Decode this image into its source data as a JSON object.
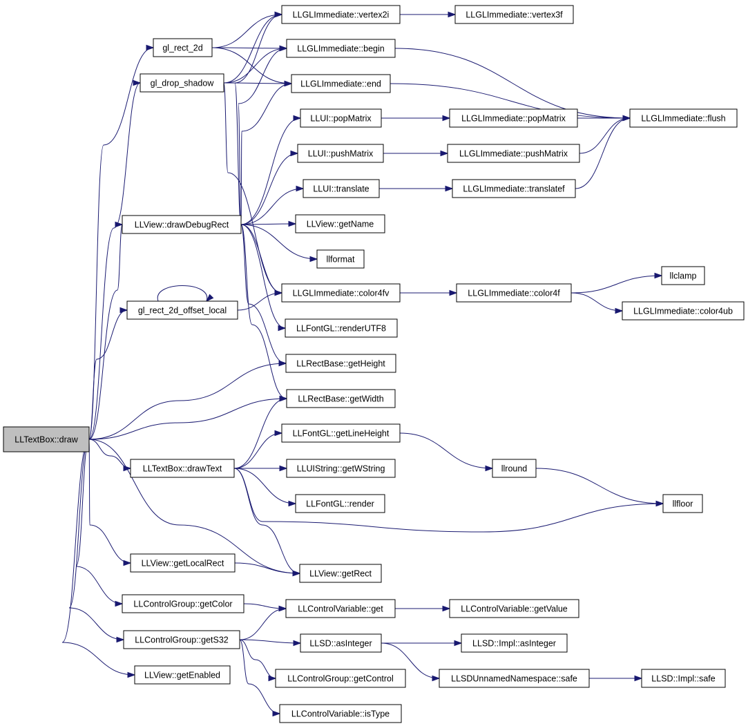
{
  "colors": {
    "edge": "#191970",
    "root_fill": "#bfbfbf",
    "node_fill": "#ffffff",
    "node_border": "#000000"
  },
  "nodes": [
    {
      "id": "root",
      "label": "LLTextBox::draw",
      "root": true
    },
    {
      "id": "gl_rect_2d",
      "label": "gl_rect_2d"
    },
    {
      "id": "gl_drop_shadow",
      "label": "gl_drop_shadow"
    },
    {
      "id": "drawDebugRect",
      "label": "LLView::drawDebugRect"
    },
    {
      "id": "gl_rect_2d_offset_local",
      "label": "gl_rect_2d_offset_local"
    },
    {
      "id": "drawText",
      "label": "LLTextBox::drawText"
    },
    {
      "id": "getLocalRect",
      "label": "LLView::getLocalRect"
    },
    {
      "id": "getColor",
      "label": "LLControlGroup::getColor"
    },
    {
      "id": "getS32",
      "label": "LLControlGroup::getS32"
    },
    {
      "id": "getEnabled",
      "label": "LLView::getEnabled"
    },
    {
      "id": "vertex2i",
      "label": "LLGLImmediate::vertex2i"
    },
    {
      "id": "begin",
      "label": "LLGLImmediate::begin"
    },
    {
      "id": "end",
      "label": "LLGLImmediate::end"
    },
    {
      "id": "ui_popMatrix",
      "label": "LLUI::popMatrix"
    },
    {
      "id": "ui_pushMatrix",
      "label": "LLUI::pushMatrix"
    },
    {
      "id": "ui_translate",
      "label": "LLUI::translate"
    },
    {
      "id": "getName",
      "label": "LLView::getName"
    },
    {
      "id": "llformat",
      "label": "llformat"
    },
    {
      "id": "color4fv",
      "label": "LLGLImmediate::color4fv"
    },
    {
      "id": "renderUTF8",
      "label": "LLFontGL::renderUTF8"
    },
    {
      "id": "getHeight",
      "label": "LLRectBase::getHeight"
    },
    {
      "id": "getWidth",
      "label": "LLRectBase::getWidth"
    },
    {
      "id": "getLineHeight",
      "label": "LLFontGL::getLineHeight"
    },
    {
      "id": "getWString",
      "label": "LLUIString::getWString"
    },
    {
      "id": "render",
      "label": "LLFontGL::render"
    },
    {
      "id": "getRect",
      "label": "LLView::getRect"
    },
    {
      "id": "cv_get",
      "label": "LLControlVariable::get"
    },
    {
      "id": "asInteger",
      "label": "LLSD::asInteger"
    },
    {
      "id": "getControl",
      "label": "LLControlGroup::getControl"
    },
    {
      "id": "isType",
      "label": "LLControlVariable::isType"
    },
    {
      "id": "vertex3f",
      "label": "LLGLImmediate::vertex3f"
    },
    {
      "id": "gl_popMatrix",
      "label": "LLGLImmediate::popMatrix"
    },
    {
      "id": "gl_pushMatrix",
      "label": "LLGLImmediate::pushMatrix"
    },
    {
      "id": "translatef",
      "label": "LLGLImmediate::translatef"
    },
    {
      "id": "color4f",
      "label": "LLGLImmediate::color4f"
    },
    {
      "id": "llround",
      "label": "llround"
    },
    {
      "id": "getValue",
      "label": "LLControlVariable::getValue"
    },
    {
      "id": "impl_asInteger",
      "label": "LLSD::Impl::asInteger"
    },
    {
      "id": "safe",
      "label": "LLSDUnnamedNamespace::safe"
    },
    {
      "id": "flush",
      "label": "LLGLImmediate::flush"
    },
    {
      "id": "llclamp",
      "label": "llclamp"
    },
    {
      "id": "color4ub",
      "label": "LLGLImmediate::color4ub"
    },
    {
      "id": "llfloor",
      "label": "llfloor"
    },
    {
      "id": "impl_safe",
      "label": "LLSD::Impl::safe"
    }
  ],
  "edges": [
    [
      "root",
      "gl_rect_2d"
    ],
    [
      "root",
      "gl_drop_shadow"
    ],
    [
      "root",
      "drawDebugRect"
    ],
    [
      "root",
      "gl_rect_2d_offset_local"
    ],
    [
      "root",
      "getHeight"
    ],
    [
      "root",
      "getWidth"
    ],
    [
      "root",
      "drawText"
    ],
    [
      "root",
      "getRect"
    ],
    [
      "root",
      "getLocalRect"
    ],
    [
      "root",
      "getColor"
    ],
    [
      "root",
      "getS32"
    ],
    [
      "root",
      "getEnabled"
    ],
    [
      "gl_rect_2d",
      "vertex2i"
    ],
    [
      "gl_rect_2d",
      "begin"
    ],
    [
      "gl_rect_2d",
      "end"
    ],
    [
      "gl_drop_shadow",
      "vertex2i"
    ],
    [
      "gl_drop_shadow",
      "begin"
    ],
    [
      "gl_drop_shadow",
      "end"
    ],
    [
      "gl_drop_shadow",
      "color4fv"
    ],
    [
      "drawDebugRect",
      "vertex2i"
    ],
    [
      "drawDebugRect",
      "begin"
    ],
    [
      "drawDebugRect",
      "end"
    ],
    [
      "drawDebugRect",
      "ui_popMatrix"
    ],
    [
      "drawDebugRect",
      "ui_pushMatrix"
    ],
    [
      "drawDebugRect",
      "ui_translate"
    ],
    [
      "drawDebugRect",
      "getName"
    ],
    [
      "drawDebugRect",
      "llformat"
    ],
    [
      "drawDebugRect",
      "color4fv"
    ],
    [
      "drawDebugRect",
      "renderUTF8"
    ],
    [
      "drawDebugRect",
      "getHeight"
    ],
    [
      "drawDebugRect",
      "getWidth"
    ],
    [
      "gl_rect_2d_offset_local",
      "gl_rect_2d_offset_local"
    ],
    [
      "gl_rect_2d_offset_local",
      "color4fv"
    ],
    [
      "drawText",
      "getWidth"
    ],
    [
      "drawText",
      "getLineHeight"
    ],
    [
      "drawText",
      "getWString"
    ],
    [
      "drawText",
      "render"
    ],
    [
      "drawText",
      "llfloor"
    ],
    [
      "drawText",
      "getRect"
    ],
    [
      "getLocalRect",
      "getRect"
    ],
    [
      "getColor",
      "cv_get"
    ],
    [
      "getS32",
      "cv_get"
    ],
    [
      "getS32",
      "asInteger"
    ],
    [
      "getS32",
      "getControl"
    ],
    [
      "getS32",
      "isType"
    ],
    [
      "vertex2i",
      "vertex3f"
    ],
    [
      "begin",
      "flush"
    ],
    [
      "end",
      "flush"
    ],
    [
      "ui_popMatrix",
      "gl_popMatrix"
    ],
    [
      "gl_popMatrix",
      "flush"
    ],
    [
      "ui_pushMatrix",
      "gl_pushMatrix"
    ],
    [
      "gl_pushMatrix",
      "flush"
    ],
    [
      "ui_translate",
      "translatef"
    ],
    [
      "translatef",
      "flush"
    ],
    [
      "color4fv",
      "color4f"
    ],
    [
      "color4f",
      "llclamp"
    ],
    [
      "color4f",
      "color4ub"
    ],
    [
      "getLineHeight",
      "llround"
    ],
    [
      "llround",
      "llfloor"
    ],
    [
      "cv_get",
      "getValue"
    ],
    [
      "asInteger",
      "impl_asInteger"
    ],
    [
      "asInteger",
      "safe"
    ],
    [
      "safe",
      "impl_safe"
    ]
  ]
}
